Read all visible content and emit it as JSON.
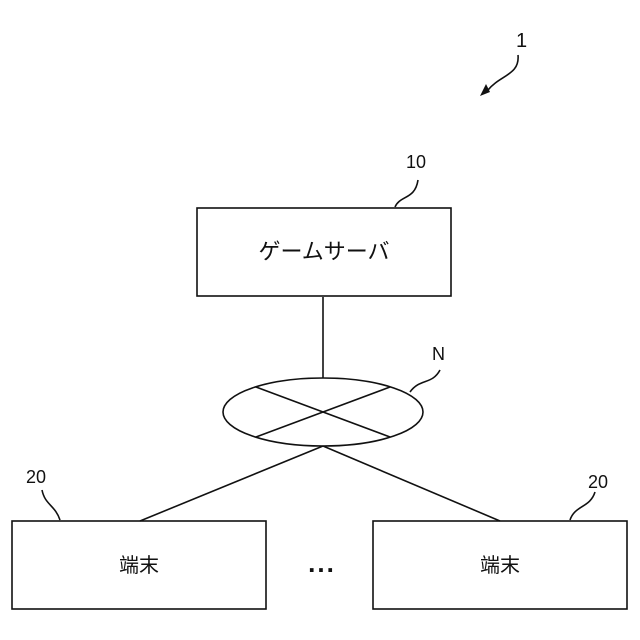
{
  "figure": {
    "ref_label": "1",
    "server": {
      "label": "ゲームサーバ",
      "ref": "10"
    },
    "network": {
      "ref": "N"
    },
    "terminals": [
      {
        "label": "端末",
        "ref": "20"
      },
      {
        "label": "端末",
        "ref": "20"
      }
    ],
    "ellipsis": "..."
  }
}
